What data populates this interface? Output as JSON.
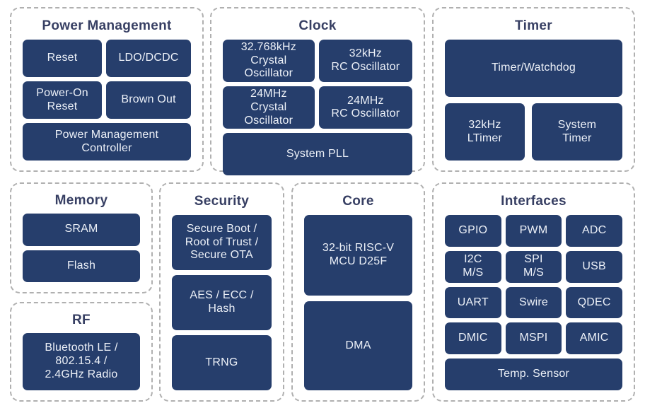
{
  "colors": {
    "block_fill": "#263e6c",
    "block_text": "#edf1f8",
    "section_title": "#373f63",
    "dashed_border": "#b0b0b0",
    "background": "#ffffff"
  },
  "sections": {
    "power": {
      "title": "Power Management",
      "blocks": {
        "reset": "Reset",
        "ldo_dcdc": "LDO/DCDC",
        "power_on_reset": "Power-On\nReset",
        "brown_out": "Brown Out",
        "pm_controller": "Power Management\nController"
      }
    },
    "clock": {
      "title": "Clock",
      "blocks": {
        "xtal_32768": "32.768kHz\nCrystal\nOscillator",
        "rc_32k": "32kHz\nRC Oscillator",
        "xtal_24m": "24MHz\nCrystal\nOscillator",
        "rc_24m": "24MHz\nRC Oscillator",
        "system_pll": "System PLL"
      }
    },
    "timer": {
      "title": "Timer",
      "blocks": {
        "timer_watchdog": "Timer/Watchdog",
        "ltimer_32k": "32kHz\nLTimer",
        "system_timer": "System\nTimer"
      }
    },
    "memory": {
      "title": "Memory",
      "blocks": {
        "sram": "SRAM",
        "flash": "Flash"
      }
    },
    "rf": {
      "title": "RF",
      "blocks": {
        "radio": "Bluetooth LE /\n802.15.4 /\n2.4GHz Radio"
      }
    },
    "security": {
      "title": "Security",
      "blocks": {
        "secure_boot": "Secure Boot /\nRoot of Trust /\nSecure OTA",
        "aes_ecc_hash": "AES / ECC /\nHash",
        "trng": "TRNG"
      }
    },
    "core": {
      "title": "Core",
      "blocks": {
        "riscv_mcu": "32-bit RISC-V\nMCU D25F",
        "dma": "DMA"
      }
    },
    "interfaces": {
      "title": "Interfaces",
      "blocks": {
        "gpio": "GPIO",
        "pwm": "PWM",
        "adc": "ADC",
        "i2c": "I2C\nM/S",
        "spi": "SPI\nM/S",
        "usb": "USB",
        "uart": "UART",
        "swire": "Swire",
        "qdec": "QDEC",
        "dmic": "DMIC",
        "mspi": "MSPI",
        "amic": "AMIC",
        "temp_sensor": "Temp. Sensor"
      }
    }
  }
}
